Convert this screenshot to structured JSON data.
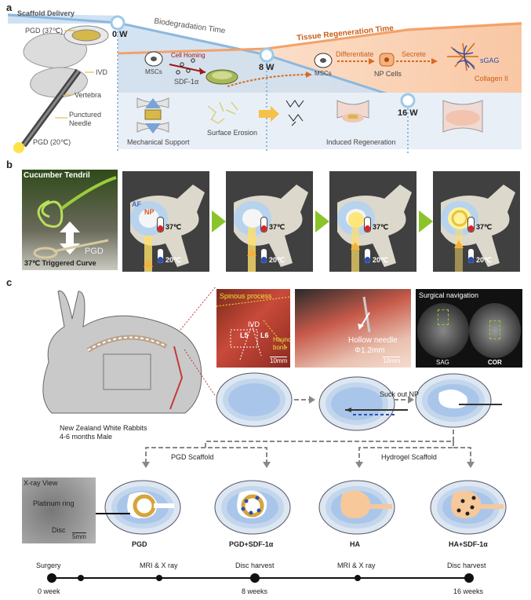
{
  "panel_a": {
    "label": "a",
    "scaffold_delivery": "Scaffold Delivery",
    "pgd_37": "PGD (37℃)",
    "ivd": "IVD",
    "vertebra": "Vertebra",
    "punctured_needle_1": "Punctured",
    "punctured_needle_2": "Needle",
    "pgd_20": "PGD (20℃)",
    "week0": "0 W",
    "week8": "8 W",
    "week16": "16 W",
    "biodegradation": "Biodegradation Time",
    "tissue_regeneration": "Tissue Regeneration Time",
    "cell_homing": "Cell Homing",
    "mscs": "MSCs",
    "sdf": "SDF-1α",
    "mscs2": "MSCs",
    "differentiate": "Differentiate",
    "np_cells": "NP Cells",
    "secrete": "Secrete",
    "sgag": "sGAG",
    "collagen": "Collagen II",
    "mechanical_support": "Mechanical Support",
    "surface_erosion": "Surface Erosion",
    "induced_regeneration": "Induced Regeneration",
    "colors": {
      "blue": "#7fb2dd",
      "orange": "#f2a26b",
      "dark_orange": "#d2691e"
    }
  },
  "panel_b": {
    "label": "b",
    "cucumber": "Cucumber Tendril",
    "pgd": "PGD",
    "triggered": "37℃ Triggered Curve",
    "af": "AF",
    "np": "NP",
    "temp_hot": "37℃",
    "temp_cold": "20℃"
  },
  "panel_c": {
    "label": "c",
    "rabbit_1": "New Zealand White Rabbits",
    "rabbit_2": "4-6 months Male",
    "spinous": "Spinous process",
    "ivd": "IVD",
    "l5": "L5",
    "l6": "L6",
    "haunch_1": "Haunch",
    "haunch_2": "bone",
    "scale1": "10mm",
    "hollow_1": "Hollow needle",
    "hollow_2": "Φ1.2mm",
    "scale2": "10mm",
    "surgical_nav": "Surgical navigation",
    "sag": "SAG",
    "cor": "COR",
    "suck_out": "Suck out NP",
    "pgd_scaffold": "PGD Scaffold",
    "hydrogel_scaffold": "Hydrogel Scaffold",
    "xray_view": "X-ray View",
    "platinum": "Platinum ring",
    "disc": "Disc",
    "scale3": "5mm",
    "groups": [
      "PGD",
      "PGD+SDF-1α",
      "HA",
      "HA+SDF-1α"
    ],
    "timeline_top": [
      "Surgery",
      "MRI & X ray",
      "Disc harvest",
      "MRI & X ray",
      "Disc harvest"
    ],
    "timeline_bottom": [
      "0 week",
      "8 weeks",
      "16 weeks"
    ]
  }
}
